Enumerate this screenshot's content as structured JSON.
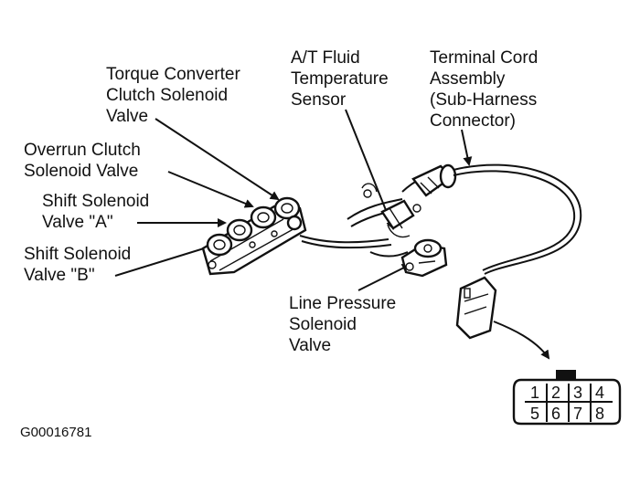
{
  "labels": {
    "tcc_solenoid": [
      "Torque Converter",
      "Clutch Solenoid",
      "Valve"
    ],
    "overrun_clutch": [
      "Overrun Clutch",
      "Solenoid Valve"
    ],
    "shift_a": [
      "Shift Solenoid",
      "Valve \"A\""
    ],
    "shift_b": [
      "Shift Solenoid",
      "Valve \"B\""
    ],
    "fluid_temp_sensor": [
      "A/T Fluid",
      "Temperature",
      "Sensor"
    ],
    "terminal_cord": [
      "Terminal Cord",
      "Assembly",
      "(Sub-Harness",
      "Connector)"
    ],
    "line_pressure": [
      "Line Pressure",
      "Solenoid",
      "Valve"
    ]
  },
  "connector_pins": [
    "1",
    "2",
    "3",
    "4",
    "5",
    "6",
    "7",
    "8"
  ],
  "figure_id": "G00016781"
}
